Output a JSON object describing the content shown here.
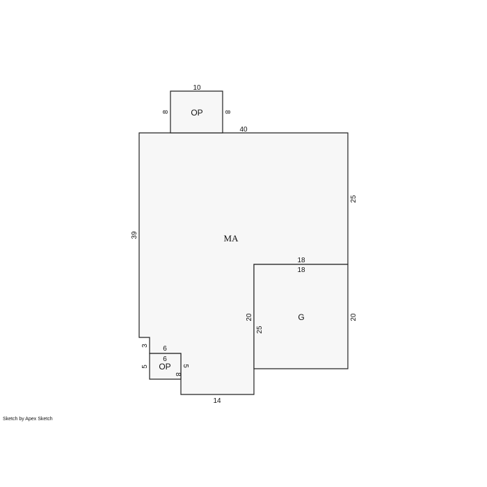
{
  "areas": {
    "main": {
      "label": "MA"
    },
    "garage": {
      "label": "G"
    },
    "porch_top": {
      "label": "OP"
    },
    "porch_bottom": {
      "label": "OP"
    }
  },
  "dimensions": {
    "porch_top_width": "10",
    "porch_top_left": "8",
    "porch_top_right": "8",
    "main_top": "40",
    "main_right_upper": "25",
    "main_left": "39",
    "garage_top_outer": "18",
    "garage_top_inner": "18",
    "garage_left_outer": "20",
    "garage_left_inner": "25",
    "garage_right": "20",
    "notch_left": "3",
    "porch_bottom_top_outer": "6",
    "porch_bottom_top_inner": "6",
    "porch_bottom_left": "5",
    "porch_bottom_right": "5",
    "porch_bottom_right_inner": "8",
    "main_bottom": "14"
  },
  "credit": "Sketch by Apex Sketch"
}
